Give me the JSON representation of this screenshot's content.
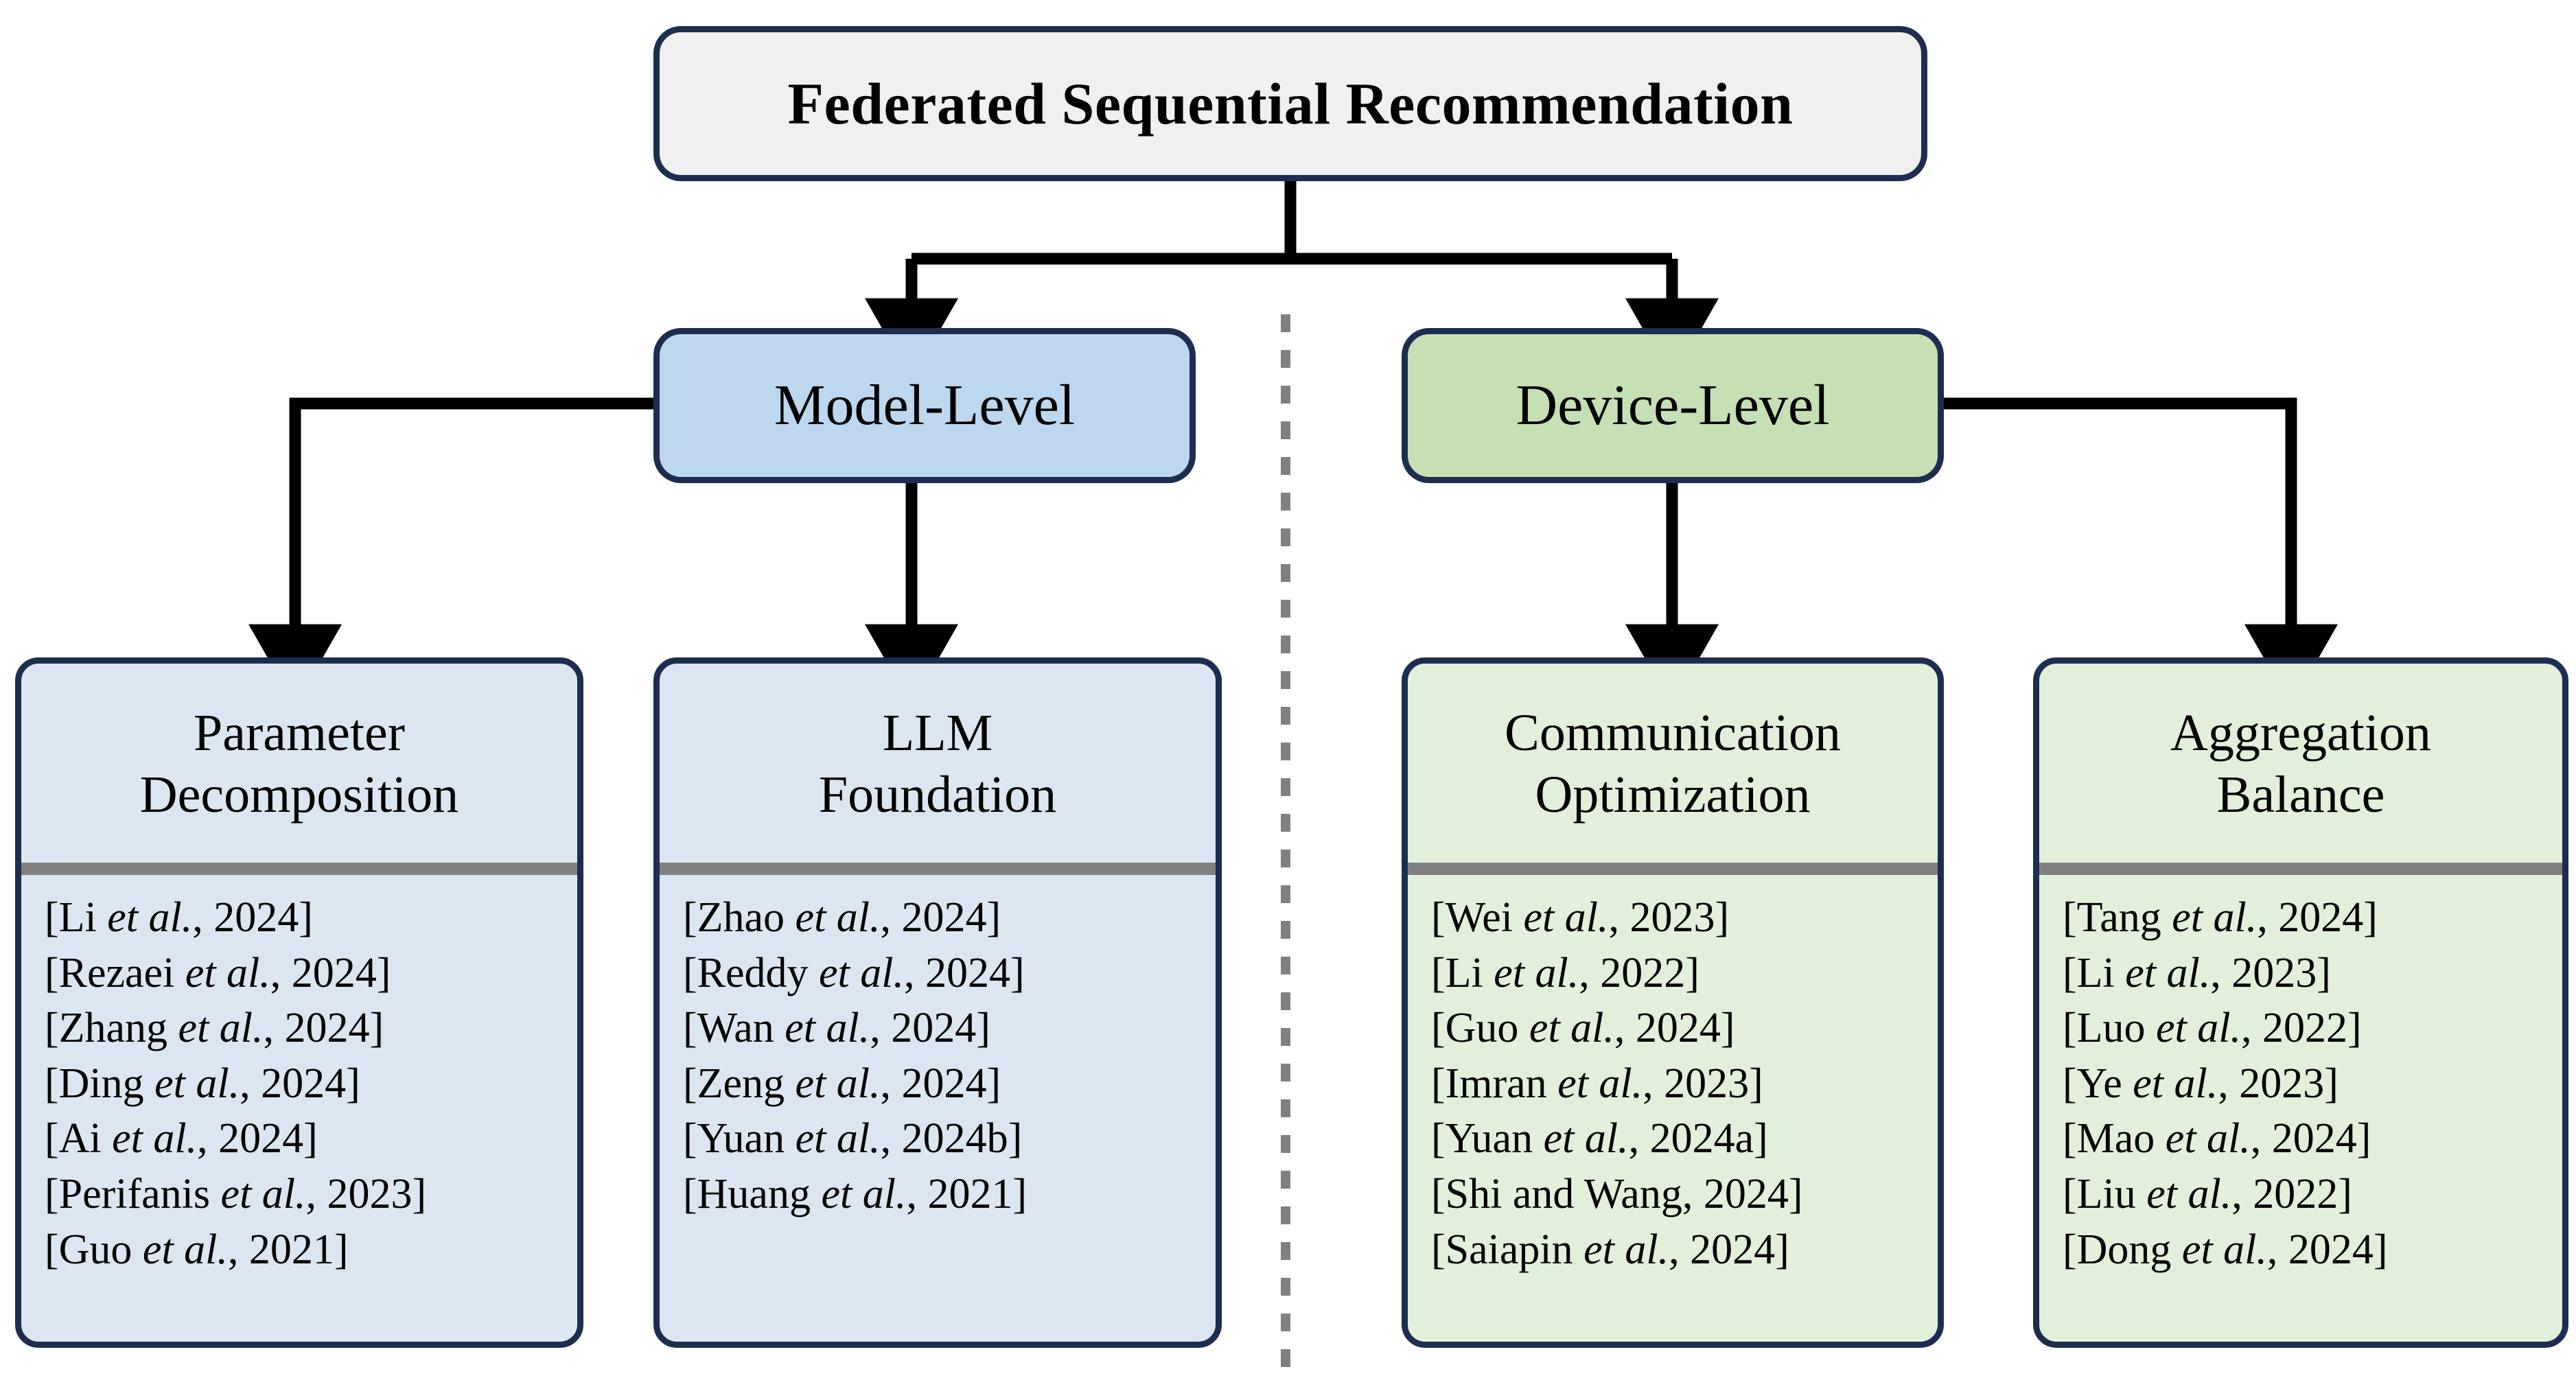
{
  "diagram": {
    "root": {
      "label": "Federated Sequential Recommendation",
      "fill": "#f0f0f0",
      "border": "#1d2d50"
    },
    "branches": [
      {
        "id": "model-level",
        "label": "Model-Level",
        "fill": "#bdd7ee",
        "leaves": [
          {
            "id": "parameter-decomposition",
            "title_line1": "Parameter",
            "title_line2": "Decomposition",
            "fill": "#dce6f2",
            "divider_color": "#808080",
            "citations": [
              {
                "author": "[Li ",
                "etal": "et al.",
                "year": ", 2024]"
              },
              {
                "author": "[Rezaei ",
                "etal": "et al.",
                "year": ", 2024]"
              },
              {
                "author": "[Zhang ",
                "etal": "et al.",
                "year": ", 2024]"
              },
              {
                "author": "[Ding ",
                "etal": "et al.",
                "year": ", 2024]"
              },
              {
                "author": "[Ai ",
                "etal": "et al.",
                "year": ", 2024]"
              },
              {
                "author": "[Perifanis ",
                "etal": "et al.",
                "year": ", 2023]"
              },
              {
                "author": "[Guo ",
                "etal": "et al.",
                "year": ", 2021]"
              }
            ]
          },
          {
            "id": "llm-foundation",
            "title_line1": "LLM",
            "title_line2": "Foundation",
            "fill": "#dce6f2",
            "divider_color": "#808080",
            "citations": [
              {
                "author": "[Zhao ",
                "etal": "et al.",
                "year": ", 2024]"
              },
              {
                "author": "[Reddy ",
                "etal": "et al.",
                "year": ", 2024]"
              },
              {
                "author": "[Wan ",
                "etal": "et al.",
                "year": ", 2024]"
              },
              {
                "author": "[Zeng ",
                "etal": "et al.",
                "year": ", 2024]"
              },
              {
                "author": "[Yuan ",
                "etal": "et al.",
                "year": ", 2024b]"
              },
              {
                "author": "[Huang ",
                "etal": "et al.",
                "year": ", 2021]"
              }
            ]
          }
        ]
      },
      {
        "id": "device-level",
        "label": "Device-Level",
        "fill": "#c5e0b4",
        "leaves": [
          {
            "id": "communication-optimization",
            "title_line1": "Communication",
            "title_line2": "Optimization",
            "fill": "#e2efda",
            "divider_color": "#808080",
            "citations": [
              {
                "author": "[Wei ",
                "etal": "et al.",
                "year": ", 2023]"
              },
              {
                "author": "[Li ",
                "etal": "et al.",
                "year": ", 2022]"
              },
              {
                "author": "[Guo ",
                "etal": "et al.",
                "year": ", 2024]"
              },
              {
                "author": "[Imran ",
                "etal": "et al.",
                "year": ", 2023]"
              },
              {
                "author": "[Yuan ",
                "etal": "et al.",
                "year": ", 2024a]"
              },
              {
                "author": "[Shi and Wang, 2024]",
                "etal": "",
                "year": ""
              },
              {
                "author": "[Saiapin ",
                "etal": "et al.",
                "year": ", 2024]"
              }
            ]
          },
          {
            "id": "aggregation-balance",
            "title_line1": "Aggregation",
            "title_line2": "Balance",
            "fill": "#e2efda",
            "divider_color": "#808080",
            "citations": [
              {
                "author": "[Tang ",
                "etal": "et al.",
                "year": ", 2024]"
              },
              {
                "author": "[Li ",
                "etal": "et al.",
                "year": ", 2023]"
              },
              {
                "author": "[Luo ",
                "etal": "et al.",
                "year": ", 2022]"
              },
              {
                "author": "[Ye ",
                "etal": "et al.",
                "year": ", 2023]"
              },
              {
                "author": "[Mao ",
                "etal": "et al.",
                "year": ", 2024]"
              },
              {
                "author": "[Liu ",
                "etal": "et al.",
                "year": ", 2022]"
              },
              {
                "author": "[Dong ",
                "etal": "et al.",
                "year": ", 2024]"
              }
            ]
          }
        ]
      }
    ],
    "divider": {
      "style": "dashed-vertical",
      "color": "#808080"
    },
    "connector_color": "#000000"
  }
}
